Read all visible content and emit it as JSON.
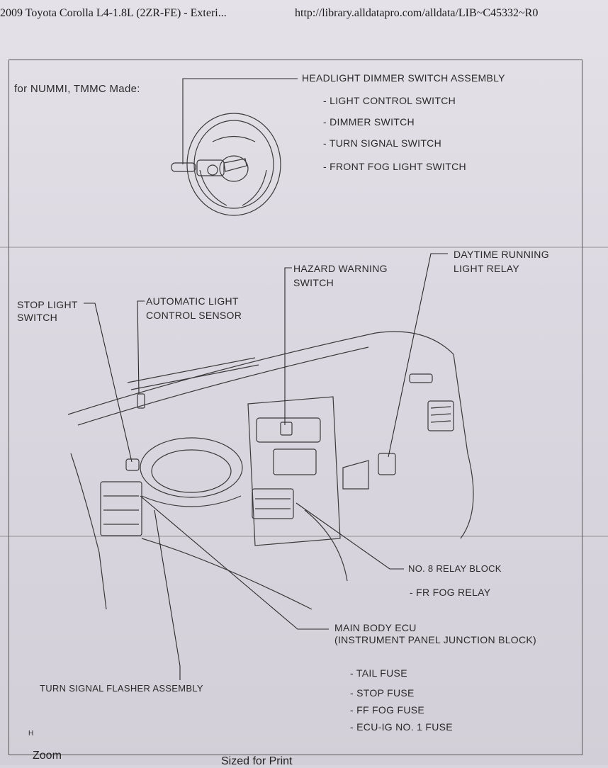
{
  "header": {
    "title": "2009 Toyota Corolla L4-1.8L (2ZR-FE) - Exteri...",
    "url": "http://library.alldatapro.com/alldata/LIB~C45332~R0"
  },
  "diagram": {
    "made_note": "for NUMMI, TMMC Made:",
    "headlight_assembly": {
      "title": "HEADLIGHT DIMMER SWITCH ASSEMBLY",
      "items": [
        "- LIGHT CONTROL SWITCH",
        "- DIMMER SWITCH",
        "- TURN SIGNAL SWITCH",
        "- FRONT FOG LIGHT SWITCH"
      ]
    },
    "daytime_relay": [
      "DAYTIME RUNNING",
      "LIGHT RELAY"
    ],
    "hazard_switch": [
      "HAZARD WARNING",
      "SWITCH"
    ],
    "stop_light_switch": [
      "STOP LIGHT",
      "SWITCH"
    ],
    "auto_light_sensor": [
      "AUTOMATIC LIGHT",
      "CONTROL SENSOR"
    ],
    "relay_block": {
      "title": "NO. 8 RELAY BLOCK",
      "items": [
        "- FR FOG RELAY"
      ]
    },
    "main_body_ecu": {
      "title": "MAIN BODY ECU",
      "subtitle": "(INSTRUMENT PANEL JUNCTION BLOCK)",
      "items": [
        "- TAIL FUSE",
        "- STOP FUSE",
        "- FF FOG FUSE",
        "- ECU-IG NO. 1 FUSE"
      ]
    },
    "turn_flasher": "TURN SIGNAL FLASHER ASSEMBLY",
    "corner_mark": "H"
  },
  "footer": {
    "zoom": "Zoom",
    "print": "Sized for Print"
  }
}
